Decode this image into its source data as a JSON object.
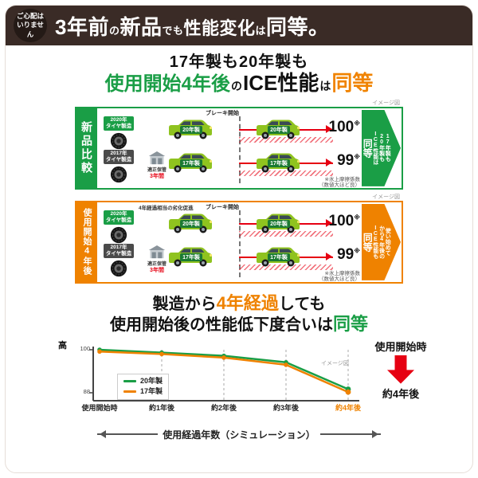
{
  "header": {
    "badge": {
      "line1": "ご心配は",
      "line2": "いりません"
    },
    "title": {
      "seg1": "3年前",
      "seg2": "の",
      "seg3": "新品",
      "seg4": "でも",
      "seg5": "性能変化",
      "seg6": "は",
      "seg7": "同等。"
    }
  },
  "intro": {
    "line1": "17年製も20年製も",
    "line2": {
      "a": "使用開始4年後",
      "b": "の",
      "c": "ICE性能",
      "d": "は",
      "e": "同等"
    }
  },
  "panel_new": {
    "side_label": "新品比較",
    "image_note": "イメージ図",
    "brake_label": "ブレーキ開始",
    "rows": [
      {
        "badge_l1": "2020年",
        "badge_l2": "タイヤ製造",
        "van_label": "20年製",
        "score": "100",
        "score_note": "※"
      },
      {
        "badge_l1": "2017年",
        "badge_l2": "タイヤ製造",
        "van_label": "17年製",
        "score": "99",
        "score_note": "※"
      }
    ],
    "storage": {
      "l1": "適正保管",
      "l2": "3年間"
    },
    "footnote": {
      "l1": "※氷上摩擦係数",
      "l2": "（数値大ほど良）"
    },
    "arrow": {
      "l1": "17年製も",
      "l2": "20年製も",
      "l3": "ICE性能は",
      "big": "同等"
    }
  },
  "panel_used": {
    "side_label": "使用開始4年後",
    "image_note": "イメージ図",
    "brake_label": "ブレーキ開始",
    "aging_label": "4年経過相当の劣化促進",
    "rows": [
      {
        "badge_l1": "2020年",
        "badge_l2": "タイヤ製造",
        "van_label": "20年製",
        "score": "100",
        "score_note": "※"
      },
      {
        "badge_l1": "2017年",
        "badge_l2": "タイヤ製造",
        "van_label": "17年製",
        "score": "99",
        "score_note": "※"
      }
    ],
    "storage": {
      "l1": "適正保管",
      "l2": "3年間"
    },
    "footnote": {
      "l1": "※氷上摩擦係数",
      "l2": "（数値大ほど良）"
    },
    "arrow": {
      "l1": "使い始めて",
      "l2": "から4年後の",
      "l3": "ICE性能も",
      "big": "同等"
    }
  },
  "mid": {
    "line1": {
      "a": "製造から",
      "b": "4年経過",
      "c": "しても"
    },
    "line2": {
      "a": "使用開始後の性能低下度合いは",
      "b": "同等"
    }
  },
  "chart": {
    "ylabel": "高",
    "image_note": "イメージ図",
    "annotation_top": "使用開始時",
    "annotation_bottom": "約4年後",
    "axis_caption": "使用経過年数（シミュレーション）"
  },
  "chart_data": {
    "type": "line",
    "title": "使用開始後の性能低下シミュレーション",
    "x": [
      "使用開始時",
      "約1年後",
      "約2年後",
      "約3年後",
      "約4年後"
    ],
    "series": [
      {
        "name": "20年製",
        "color": "#1a9e46",
        "values": [
          100,
          99.2,
          98.3,
          96.5,
          89
        ]
      },
      {
        "name": "17年製",
        "color": "#ef8200",
        "values": [
          99.5,
          98.8,
          97.8,
          95.8,
          88.2
        ]
      }
    ],
    "yticks": [
      "100",
      "88"
    ],
    "ylim": [
      86,
      102
    ],
    "grid": "vertical-dashed",
    "legend_position": "inside-left"
  },
  "colors": {
    "green": "#1a9e46",
    "orange": "#ef8200",
    "red": "#e60012",
    "brown": "#3a2b26"
  }
}
